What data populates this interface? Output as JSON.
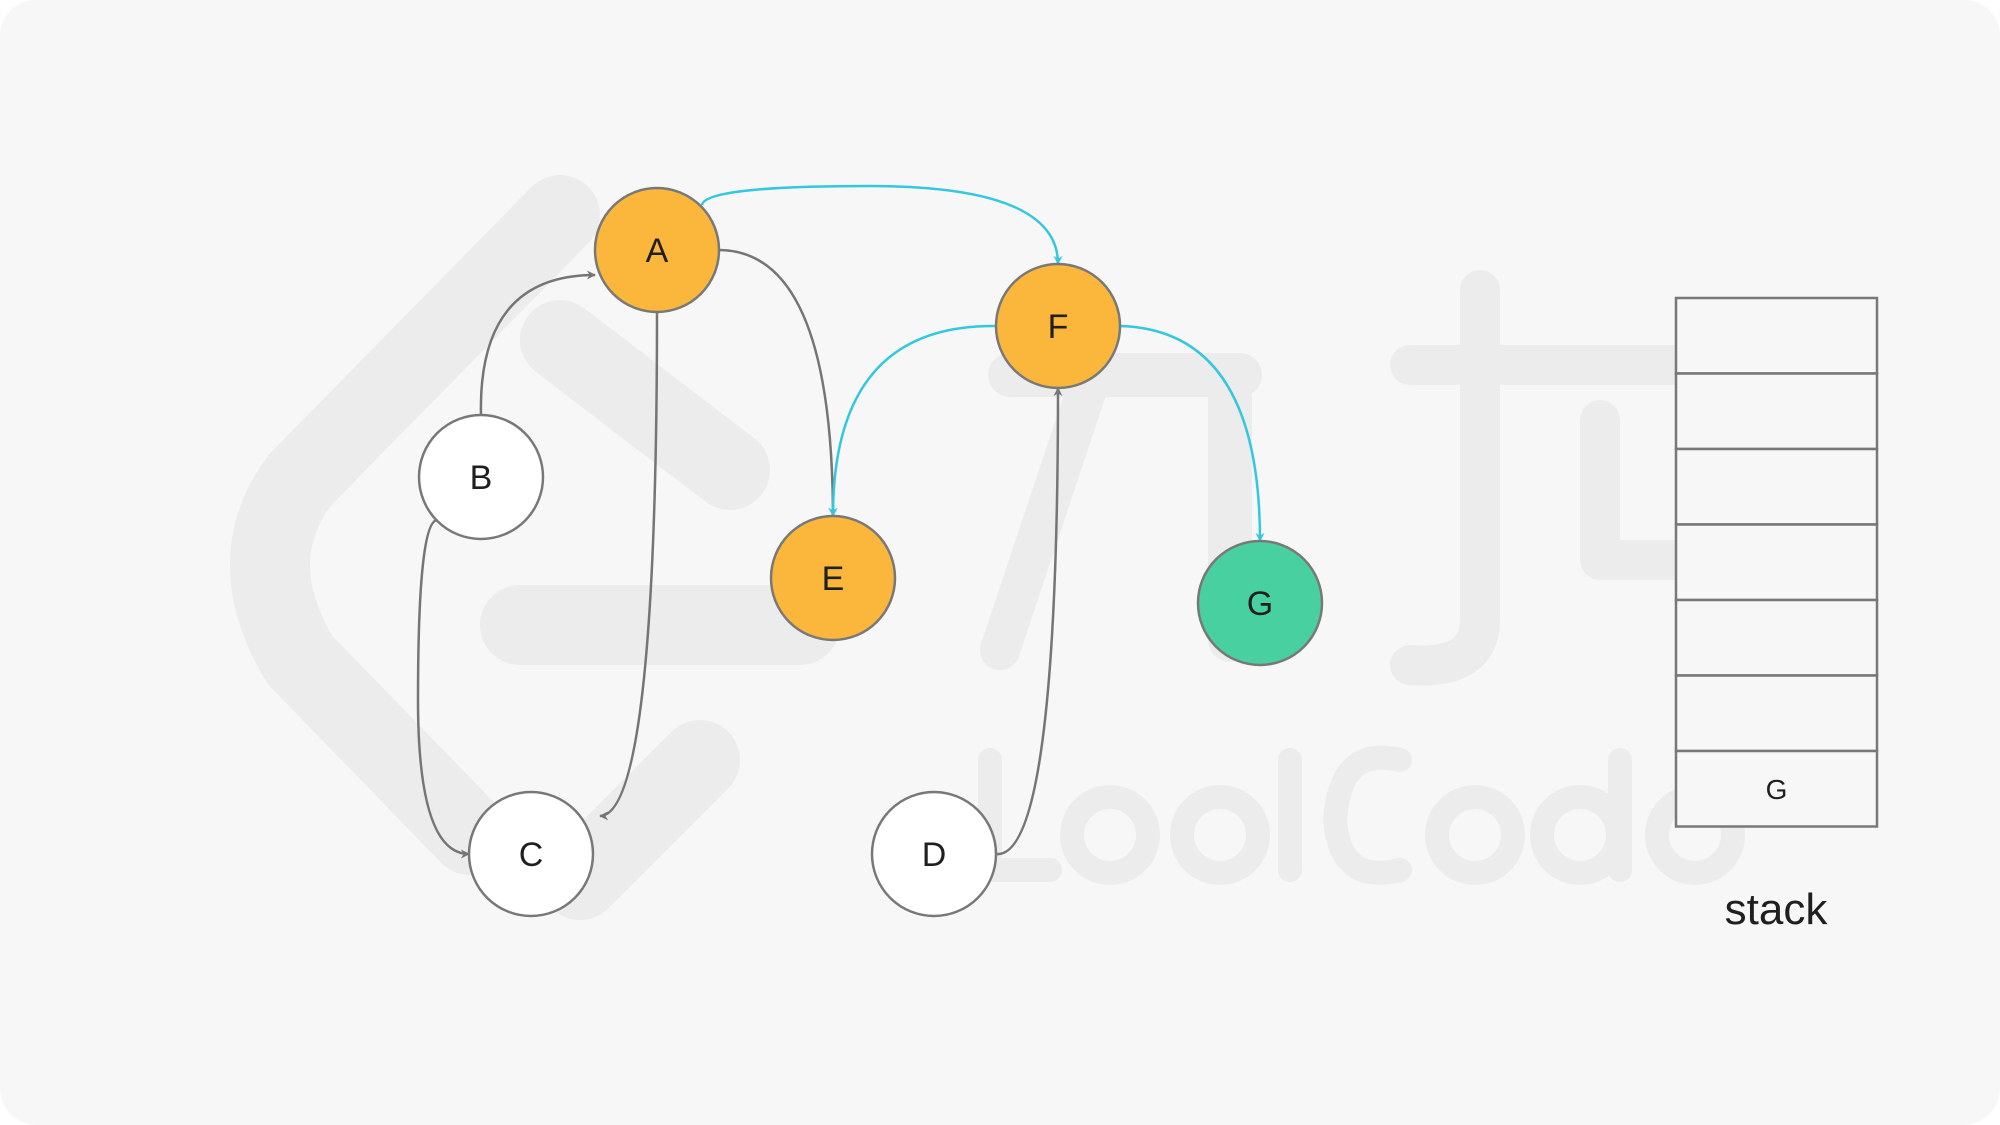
{
  "colors": {
    "background": "#f7f7f7",
    "visited": "#fbb73c",
    "current": "#49d0a1",
    "unvisited": "#ffffff",
    "node_border": "#787878",
    "edge_default": "#757575",
    "edge_active": "#33c7e0",
    "watermark": "#ececec"
  },
  "graph": {
    "nodes": [
      {
        "id": "A",
        "label": "A",
        "state": "visited"
      },
      {
        "id": "B",
        "label": "B",
        "state": "unvisited"
      },
      {
        "id": "C",
        "label": "C",
        "state": "unvisited"
      },
      {
        "id": "D",
        "label": "D",
        "state": "unvisited"
      },
      {
        "id": "E",
        "label": "E",
        "state": "visited"
      },
      {
        "id": "F",
        "label": "F",
        "state": "visited"
      },
      {
        "id": "G",
        "label": "G",
        "state": "current"
      }
    ],
    "edges": [
      {
        "from": "B",
        "to": "A",
        "active": false
      },
      {
        "from": "B",
        "to": "C",
        "active": false
      },
      {
        "from": "A",
        "to": "C",
        "active": false
      },
      {
        "from": "A",
        "to": "E",
        "active": false
      },
      {
        "from": "A",
        "to": "F",
        "active": true
      },
      {
        "from": "F",
        "to": "E",
        "active": true
      },
      {
        "from": "F",
        "to": "G",
        "active": true
      },
      {
        "from": "D",
        "to": "F",
        "active": false
      }
    ]
  },
  "stack": {
    "label": "stack",
    "cells": [
      "",
      "",
      "",
      "",
      "",
      "",
      "G"
    ]
  }
}
